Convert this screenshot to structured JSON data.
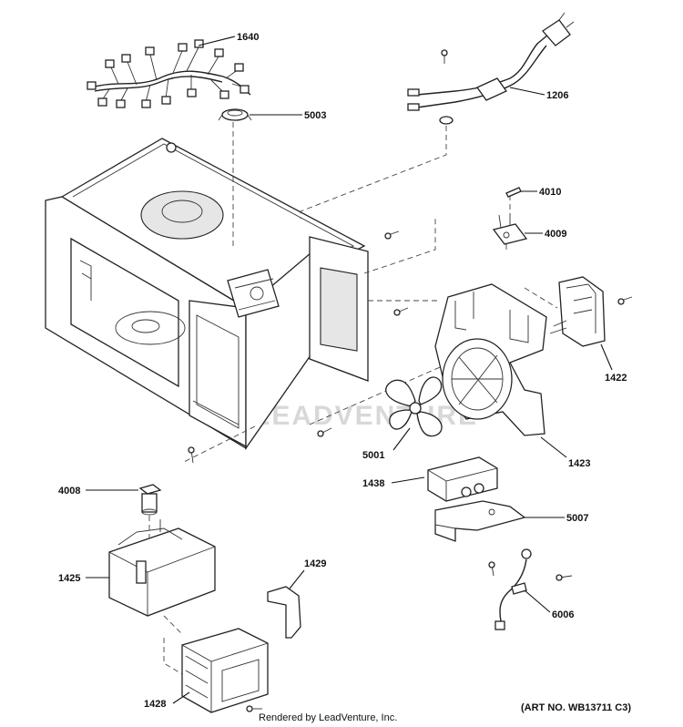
{
  "watermark": "LEADVENTURE",
  "footer": {
    "rendered_by": "Rendered by LeadVenture, Inc.",
    "art_no": "(ART NO. WB13711 C3)"
  },
  "parts": {
    "p1640": "1640",
    "p5003": "5003",
    "p1206": "1206",
    "p4010": "4010",
    "p4009": "4009",
    "p1422": "1422",
    "p5001": "5001",
    "p1423": "1423",
    "p1438": "1438",
    "p5007": "5007",
    "p4008": "4008",
    "p1425": "1425",
    "p1429": "1429",
    "p6006": "6006",
    "p1428": "1428"
  }
}
